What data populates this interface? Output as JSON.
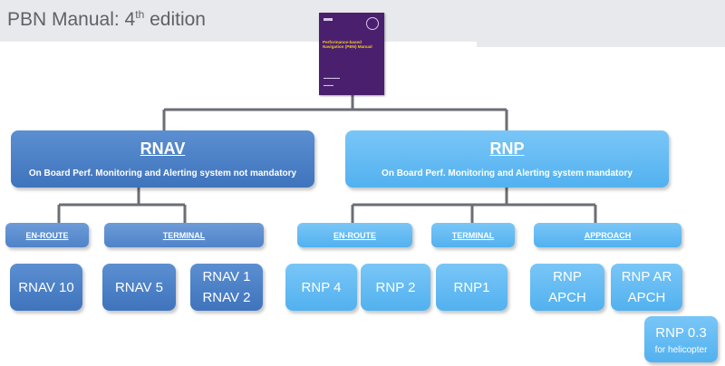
{
  "header": {
    "title": "PBN Manual: 4",
    "superscript": "th",
    "title_suffix": " edition"
  },
  "cover": {
    "title": "Performance-based Navigation (PBN) Manual"
  },
  "rnav": {
    "title": "RNAV",
    "subtitle": "On Board Perf. Monitoring and Alerting system not mandatory",
    "categories": [
      "EN-ROUTE",
      "TERMINAL"
    ],
    "specs": [
      {
        "lines": [
          "RNAV 10"
        ]
      },
      {
        "lines": [
          "RNAV 5"
        ]
      },
      {
        "lines": [
          "RNAV 1",
          "RNAV 2"
        ]
      }
    ]
  },
  "rnp": {
    "title": "RNP",
    "subtitle": "On Board Perf. Monitoring and Alerting system mandatory",
    "categories": [
      "EN-ROUTE",
      "TERMINAL",
      "APPROACH"
    ],
    "specs": [
      {
        "lines": [
          "RNP 4"
        ]
      },
      {
        "lines": [
          "RNP 2"
        ]
      },
      {
        "lines": [
          "RNP1"
        ]
      },
      {
        "lines": [
          "RNP",
          "APCH"
        ]
      },
      {
        "lines": [
          "RNP AR",
          "APCH"
        ]
      },
      {
        "lines": [
          "RNP 0.3",
          "for helicopter"
        ]
      }
    ]
  },
  "colors": {
    "rnav_box": "#4f83c8",
    "rnp_box": "#5ab5f0",
    "connector": "#6b6e74",
    "header_band": "#e8e9ec",
    "cover": "#4a1f6e"
  }
}
